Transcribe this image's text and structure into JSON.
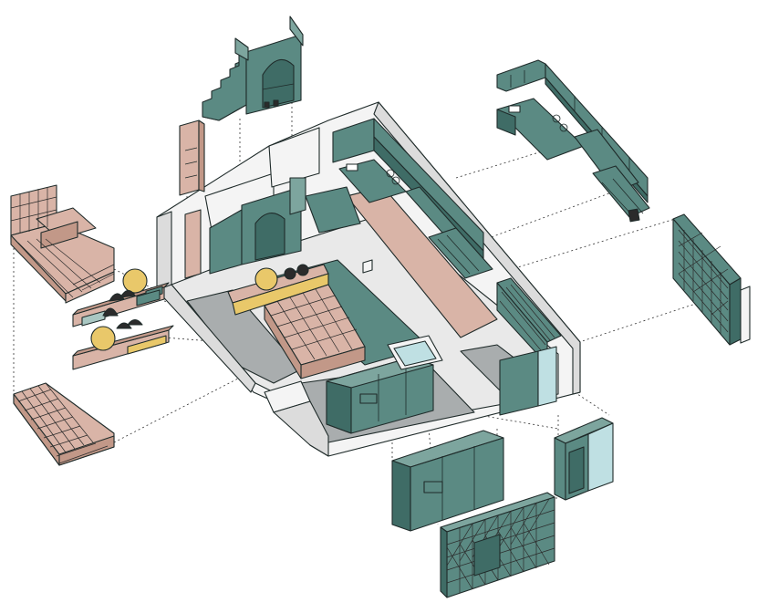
{
  "palette": {
    "teal": "#5b8a83",
    "teal_dark": "#3f6c66",
    "teal_light": "#7da59e",
    "pink": "#d9b4a7",
    "pink_dark": "#c29888",
    "wall_white": "#f4f4f4",
    "wall_side": "#dcdcdc",
    "gray_floor": "#a9adae",
    "gold": "#e9c86a",
    "glass": "#bfe0e3",
    "line": "#1f2b2a"
  },
  "components": [
    {
      "id": "main-floor-plan",
      "label": ""
    },
    {
      "id": "stair-arch-module",
      "label": ""
    },
    {
      "id": "tall-shelf",
      "label": ""
    },
    {
      "id": "tiled-bench",
      "label": ""
    },
    {
      "id": "shelf-unit-upper",
      "label": ""
    },
    {
      "id": "shelf-unit-lower",
      "label": ""
    },
    {
      "id": "tiled-bed-platform",
      "label": ""
    },
    {
      "id": "kitchen-module",
      "label": ""
    },
    {
      "id": "lattice-shelf-right",
      "label": ""
    },
    {
      "id": "wardrobe-cabinet",
      "label": ""
    },
    {
      "id": "shower-module",
      "label": ""
    },
    {
      "id": "lattice-shelf-bottom",
      "label": ""
    }
  ]
}
